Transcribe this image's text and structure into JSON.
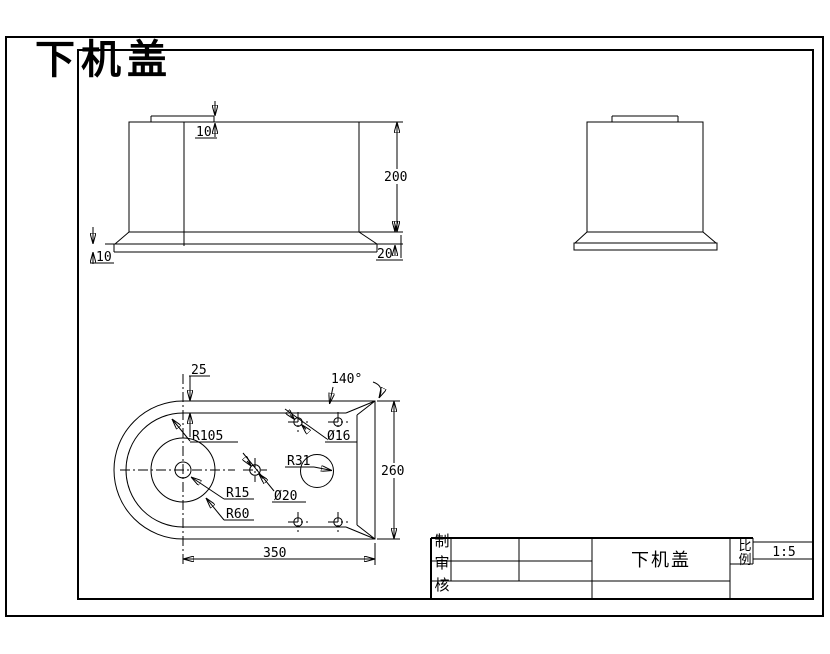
{
  "drawing_title": {
    "text": "下机盖",
    "color": "#ff0000"
  },
  "front_view": {
    "dim_lip_height": "10",
    "dim_body_height": "200",
    "dim_flange_thickness": "20",
    "dim_rim_height": "10"
  },
  "plan_view": {
    "dim_wall_offset": "25",
    "dim_corner_angle": "140°",
    "dim_inner_arc": "R105",
    "dim_corner_hole": "Ø16",
    "dim_boss_circle": "R31",
    "dim_center_hole": "R15",
    "dim_mid_hole": "Ø20",
    "dim_hub_circle": "R60",
    "dim_width": "260",
    "dim_length": "350"
  },
  "title_block": {
    "row_labels": [
      "制",
      "审",
      "核"
    ],
    "part_name": "下机盖",
    "scale_label": [
      "比",
      "例"
    ],
    "scale_value": "1:5"
  }
}
